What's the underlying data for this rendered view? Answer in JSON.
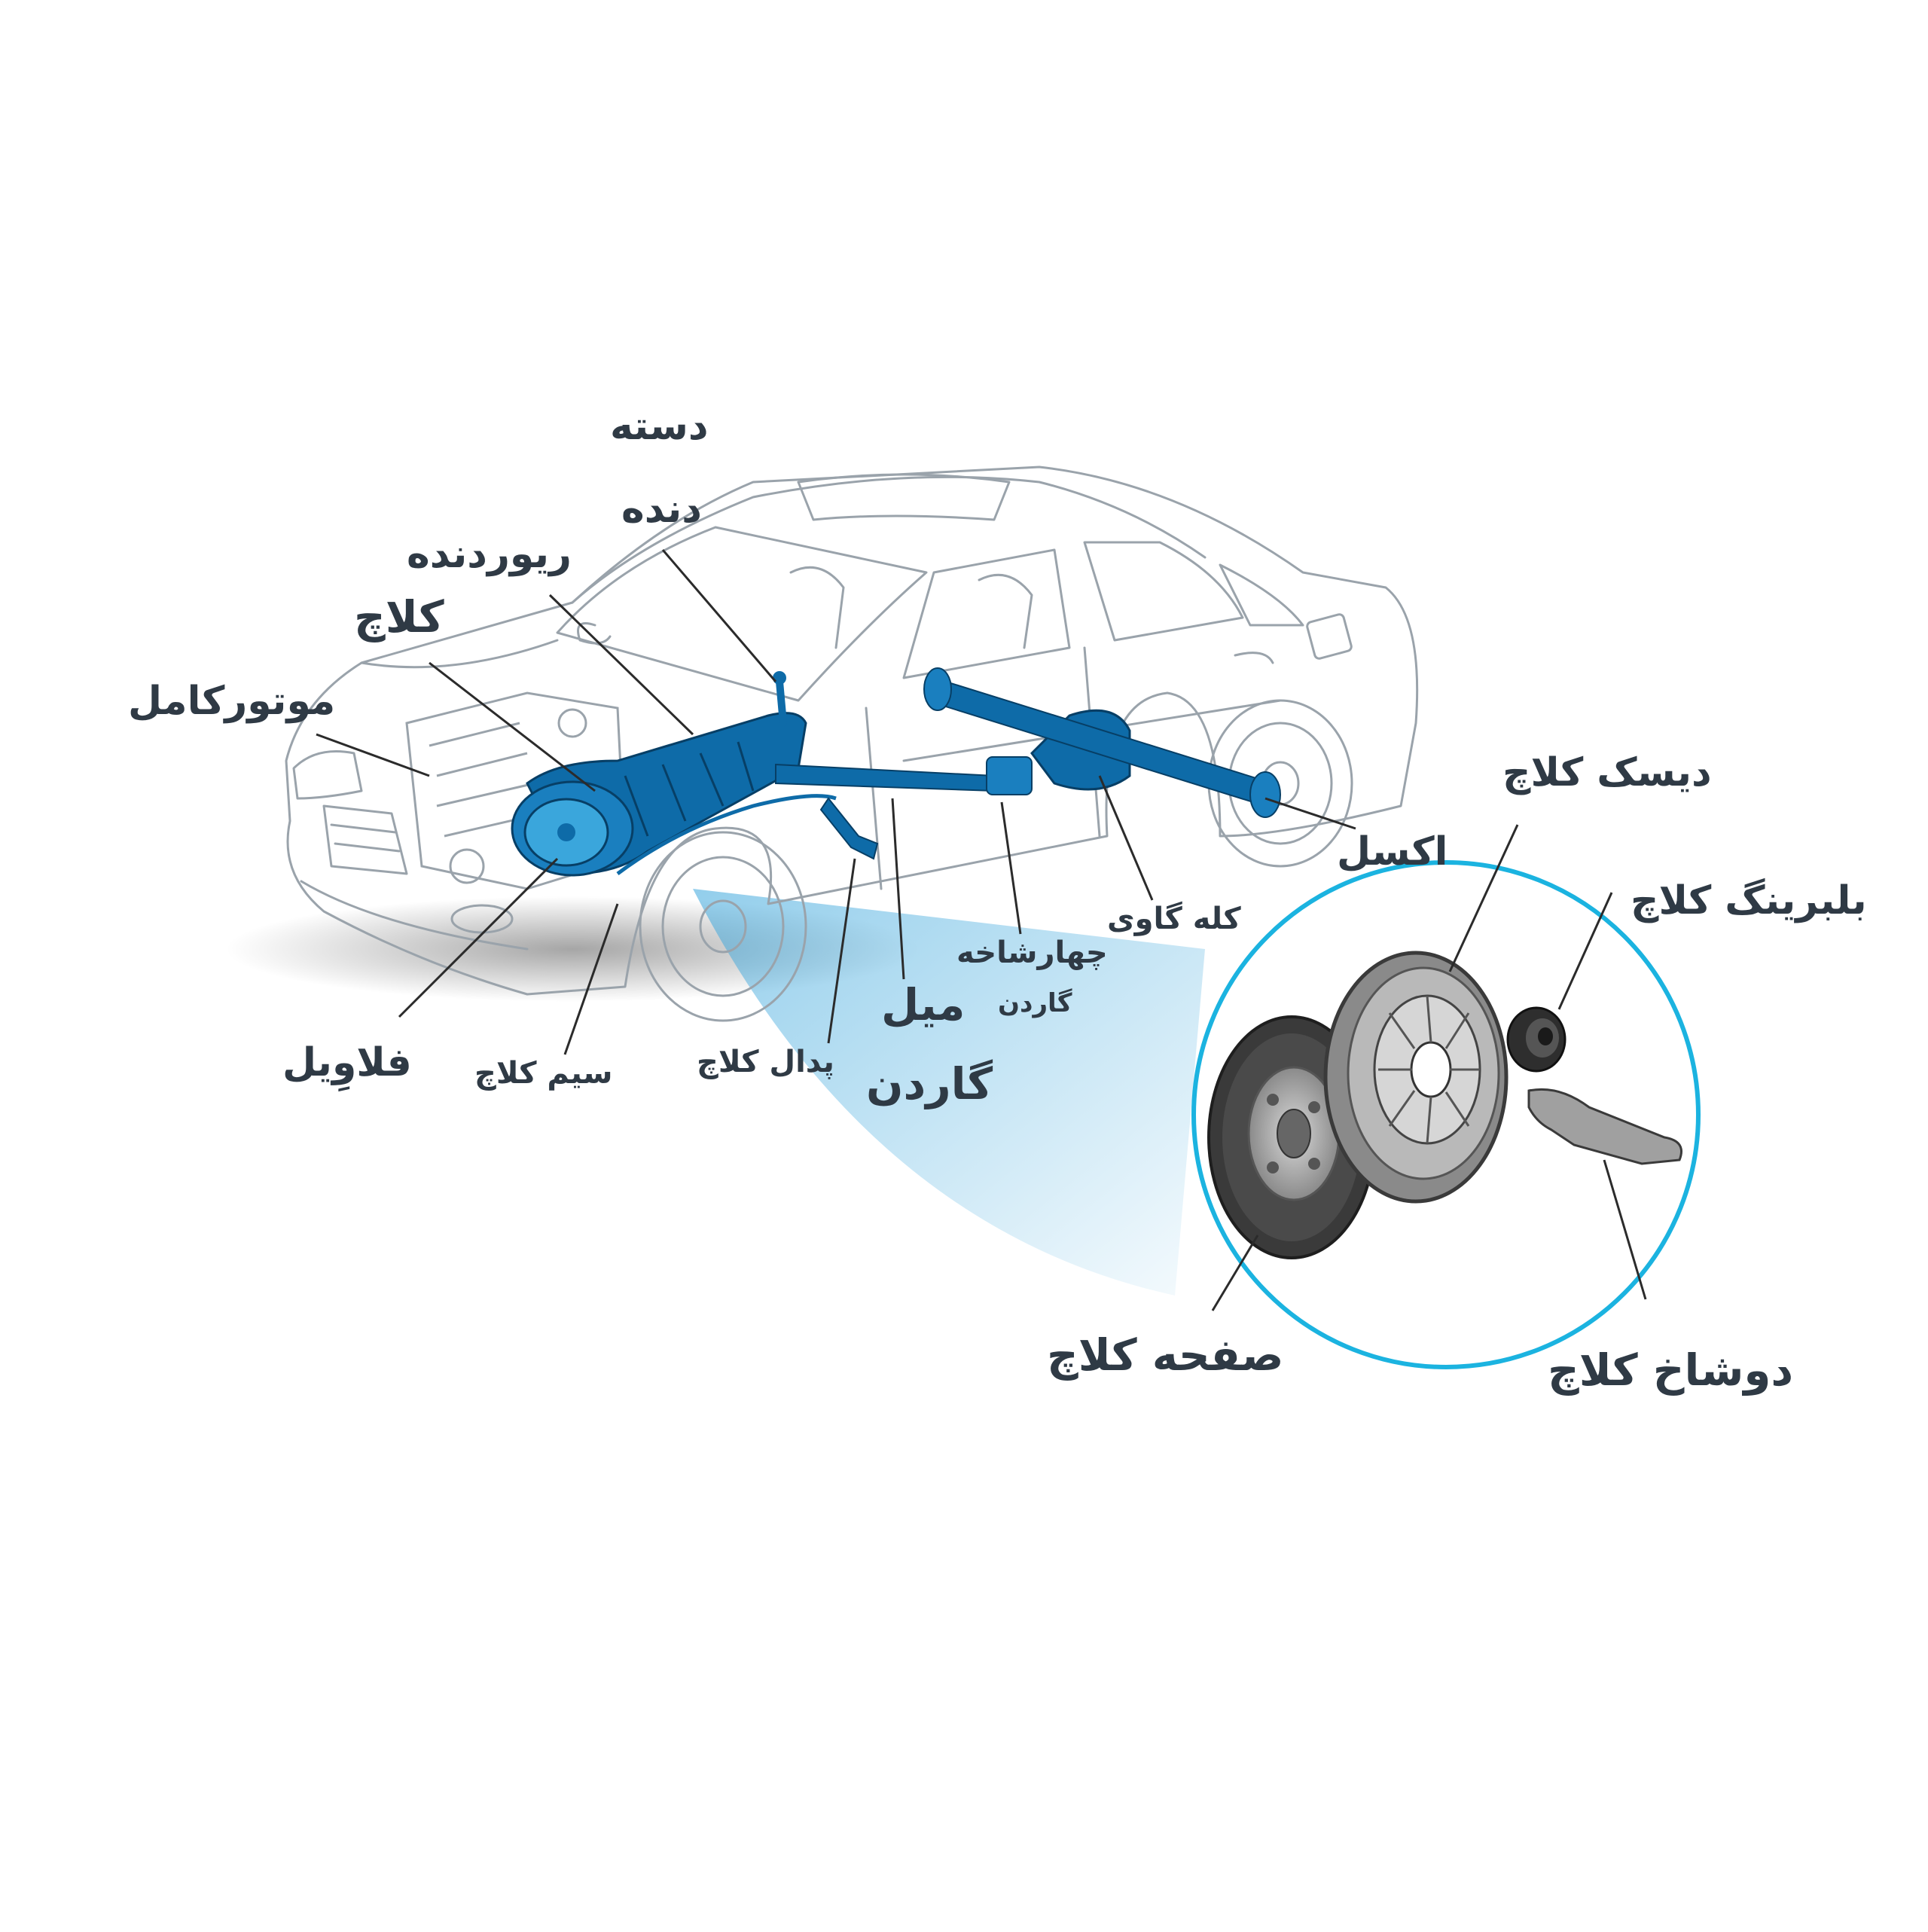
{
  "colors": {
    "drivetrain": "#0e6ba8",
    "drivetrain_light": "#3aa6dc",
    "callout_circle": "#1bb3e0",
    "text": "#2f3a45",
    "leader": "#2b2b2b",
    "car_outline": "#9aa3ab"
  },
  "labels": {
    "shift_lever_line1": "دسته",
    "shift_lever_line2": "دنده",
    "gearbox": "ریوردنده",
    "clutch": "کلاچ",
    "engine": "موتورکامل",
    "flywheel": "فلاوِیل",
    "clutch_cable": "سیم کلاچ",
    "clutch_pedal": "پدال کلاچ",
    "shaft_line1": "میل",
    "shaft_line2": "گاردن",
    "universal_joint_line1": "چهارشاخه",
    "universal_joint_line2": "گاردن",
    "differential": "کله گاوی",
    "axle": "اکسل",
    "clutch_disc": "دیسک کلاچ",
    "release_bearing": "بلبرینگ کلاچ",
    "clutch_plate": "صفحه کلاچ",
    "release_fork": "دوشاخ کلاچ"
  }
}
